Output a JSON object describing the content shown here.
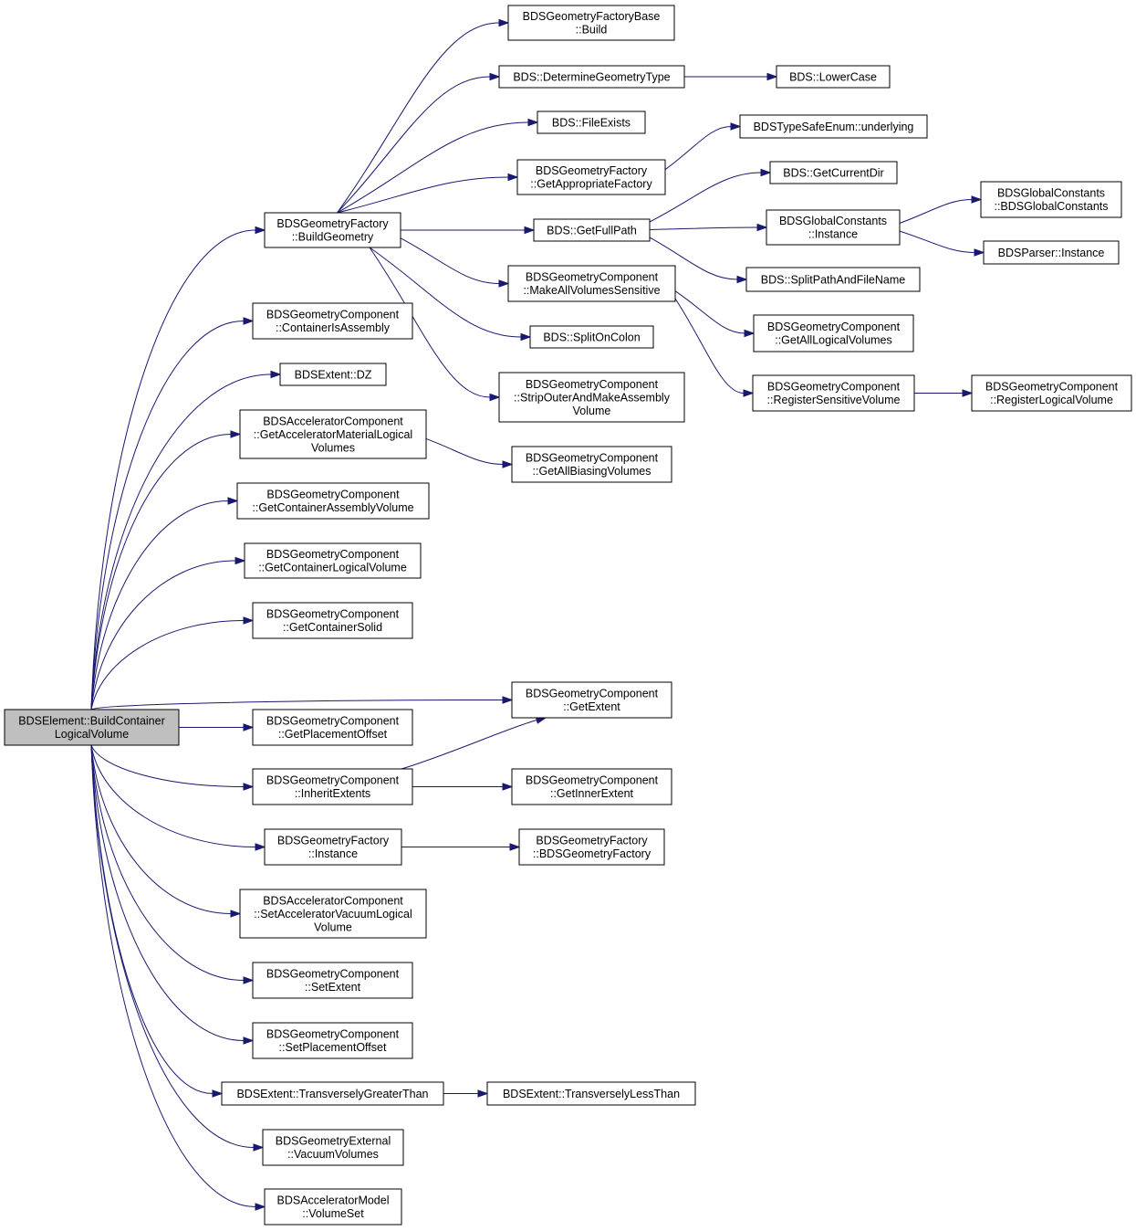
{
  "colors": {
    "edge": "#191970",
    "root_fill": "#bfbfbf",
    "node_fill": "#ffffff",
    "node_border": "#000000"
  },
  "nodes": [
    {
      "id": "root",
      "lines": [
        "BDSElement::BuildContainer",
        "LogicalVolume"
      ],
      "root": true
    },
    {
      "id": "buildGeometry",
      "lines": [
        "BDSGeometryFactory",
        "::BuildGeometry"
      ]
    },
    {
      "id": "containerIsAssembly",
      "lines": [
        "BDSGeometryComponent",
        "::ContainerIsAssembly"
      ]
    },
    {
      "id": "dz",
      "lines": [
        "BDSExtent::DZ"
      ]
    },
    {
      "id": "getAccelMatLV",
      "lines": [
        "BDSAcceleratorComponent",
        "::GetAcceleratorMaterialLogical",
        "Volumes"
      ]
    },
    {
      "id": "getContainerAssemblyVolume",
      "lines": [
        "BDSGeometryComponent",
        "::GetContainerAssemblyVolume"
      ]
    },
    {
      "id": "getContainerLogicalVolume",
      "lines": [
        "BDSGeometryComponent",
        "::GetContainerLogicalVolume"
      ]
    },
    {
      "id": "getContainerSolid",
      "lines": [
        "BDSGeometryComponent",
        "::GetContainerSolid"
      ]
    },
    {
      "id": "getExtent",
      "lines": [
        "BDSGeometryComponent",
        "::GetExtent"
      ]
    },
    {
      "id": "getPlacementOffset",
      "lines": [
        "BDSGeometryComponent",
        "::GetPlacementOffset"
      ]
    },
    {
      "id": "inheritExtents",
      "lines": [
        "BDSGeometryComponent",
        "::InheritExtents"
      ]
    },
    {
      "id": "gfInstance",
      "lines": [
        "BDSGeometryFactory",
        "::Instance"
      ]
    },
    {
      "id": "setAccelVacLV",
      "lines": [
        "BDSAcceleratorComponent",
        "::SetAcceleratorVacuumLogical",
        "Volume"
      ]
    },
    {
      "id": "setExtent",
      "lines": [
        "BDSGeometryComponent",
        "::SetExtent"
      ]
    },
    {
      "id": "setPlacementOffset",
      "lines": [
        "BDSGeometryComponent",
        "::SetPlacementOffset"
      ]
    },
    {
      "id": "transGreater",
      "lines": [
        "BDSExtent::TransverselyGreaterThan"
      ]
    },
    {
      "id": "vacuumVolumes",
      "lines": [
        "BDSGeometryExternal",
        "::VacuumVolumes"
      ]
    },
    {
      "id": "volumeSet",
      "lines": [
        "BDSAcceleratorModel",
        "::VolumeSet"
      ]
    },
    {
      "id": "factoryBaseBuild",
      "lines": [
        "BDSGeometryFactoryBase",
        "::Build"
      ]
    },
    {
      "id": "determineGeometryType",
      "lines": [
        "BDS::DetermineGeometryType"
      ]
    },
    {
      "id": "fileExists",
      "lines": [
        "BDS::FileExists"
      ]
    },
    {
      "id": "getAppropriateFactory",
      "lines": [
        "BDSGeometryFactory",
        "::GetAppropriateFactory"
      ]
    },
    {
      "id": "getFullPath",
      "lines": [
        "BDS::GetFullPath"
      ]
    },
    {
      "id": "makeAllVolumesSensitive",
      "lines": [
        "BDSGeometryComponent",
        "::MakeAllVolumesSensitive"
      ]
    },
    {
      "id": "splitOnColon",
      "lines": [
        "BDS::SplitOnColon"
      ]
    },
    {
      "id": "stripOuter",
      "lines": [
        "BDSGeometryComponent",
        "::StripOuterAndMakeAssembly",
        "Volume"
      ]
    },
    {
      "id": "getAllBiasingVolumes",
      "lines": [
        "BDSGeometryComponent",
        "::GetAllBiasingVolumes"
      ]
    },
    {
      "id": "getInnerExtent",
      "lines": [
        "BDSGeometryComponent",
        "::GetInnerExtent"
      ]
    },
    {
      "id": "gfCtor",
      "lines": [
        "BDSGeometryFactory",
        "::BDSGeometryFactory"
      ]
    },
    {
      "id": "transLess",
      "lines": [
        "BDSExtent::TransverselyLessThan"
      ]
    },
    {
      "id": "lowerCase",
      "lines": [
        "BDS::LowerCase"
      ]
    },
    {
      "id": "underlying",
      "lines": [
        "BDSTypeSafeEnum::underlying"
      ]
    },
    {
      "id": "getCurrentDir",
      "lines": [
        "BDS::GetCurrentDir"
      ]
    },
    {
      "id": "gcInstance",
      "lines": [
        "BDSGlobalConstants",
        "::Instance"
      ]
    },
    {
      "id": "splitPath",
      "lines": [
        "BDS::SplitPathAndFileName"
      ]
    },
    {
      "id": "getAllLogicalVolumes",
      "lines": [
        "BDSGeometryComponent",
        "::GetAllLogicalVolumes"
      ]
    },
    {
      "id": "registerSensitiveVolume",
      "lines": [
        "BDSGeometryComponent",
        "::RegisterSensitiveVolume"
      ]
    },
    {
      "id": "gcCtor",
      "lines": [
        "BDSGlobalConstants",
        "::BDSGlobalConstants"
      ]
    },
    {
      "id": "parserInstance",
      "lines": [
        "BDSParser::Instance"
      ]
    },
    {
      "id": "registerLogicalVolume",
      "lines": [
        "BDSGeometryComponent",
        "::RegisterLogicalVolume"
      ]
    }
  ],
  "edges": [
    [
      "root",
      "buildGeometry"
    ],
    [
      "root",
      "containerIsAssembly"
    ],
    [
      "root",
      "dz"
    ],
    [
      "root",
      "getAccelMatLV"
    ],
    [
      "root",
      "getContainerAssemblyVolume"
    ],
    [
      "root",
      "getContainerLogicalVolume"
    ],
    [
      "root",
      "getContainerSolid"
    ],
    [
      "root",
      "getExtent"
    ],
    [
      "root",
      "getPlacementOffset"
    ],
    [
      "root",
      "inheritExtents"
    ],
    [
      "root",
      "gfInstance"
    ],
    [
      "root",
      "setAccelVacLV"
    ],
    [
      "root",
      "setExtent"
    ],
    [
      "root",
      "setPlacementOffset"
    ],
    [
      "root",
      "transGreater"
    ],
    [
      "root",
      "vacuumVolumes"
    ],
    [
      "root",
      "volumeSet"
    ],
    [
      "buildGeometry",
      "factoryBaseBuild"
    ],
    [
      "buildGeometry",
      "determineGeometryType"
    ],
    [
      "buildGeometry",
      "fileExists"
    ],
    [
      "buildGeometry",
      "getAppropriateFactory"
    ],
    [
      "buildGeometry",
      "getFullPath"
    ],
    [
      "buildGeometry",
      "makeAllVolumesSensitive"
    ],
    [
      "buildGeometry",
      "splitOnColon"
    ],
    [
      "buildGeometry",
      "stripOuter"
    ],
    [
      "getAccelMatLV",
      "getAllBiasingVolumes"
    ],
    [
      "inheritExtents",
      "getExtent"
    ],
    [
      "inheritExtents",
      "getInnerExtent"
    ],
    [
      "gfInstance",
      "gfCtor"
    ],
    [
      "transGreater",
      "transLess"
    ],
    [
      "determineGeometryType",
      "lowerCase"
    ],
    [
      "getAppropriateFactory",
      "underlying"
    ],
    [
      "getFullPath",
      "getCurrentDir"
    ],
    [
      "getFullPath",
      "gcInstance"
    ],
    [
      "getFullPath",
      "splitPath"
    ],
    [
      "makeAllVolumesSensitive",
      "getAllLogicalVolumes"
    ],
    [
      "makeAllVolumesSensitive",
      "registerSensitiveVolume"
    ],
    [
      "gcInstance",
      "gcCtor"
    ],
    [
      "gcInstance",
      "parserInstance"
    ],
    [
      "registerSensitiveVolume",
      "registerLogicalVolume"
    ]
  ]
}
